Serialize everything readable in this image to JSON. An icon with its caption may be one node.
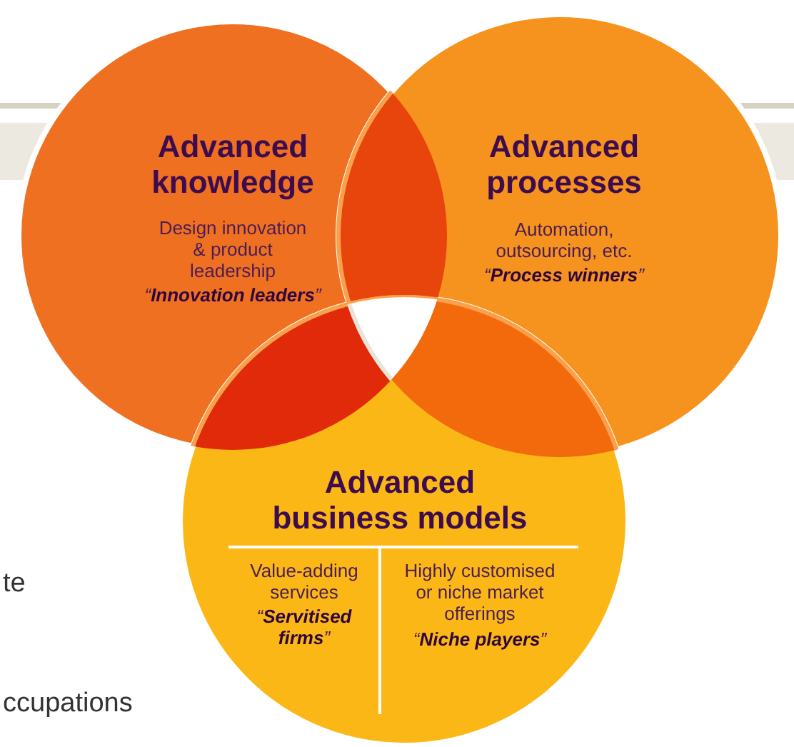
{
  "diagram": {
    "nodes": [
      {
        "text": [
          "Advanced knowledge",
          "Design innovation & product leadership",
          "“**Innovation leaders**”"
        ]
      },
      {
        "text": [
          "Advanced processes",
          "Automation, outsourcing, etc.",
          "“**Process winners**”"
        ]
      },
      {
        "text": [
          "Advanced business models",
          "Value-adding services",
          "“**Servitised firms**”",
          "Highly customised or niche market offerings",
          "“**Niche players**”"
        ]
      }
    ],
    "labels": [
      "te",
      "ccupations"
    ]
  }
}
